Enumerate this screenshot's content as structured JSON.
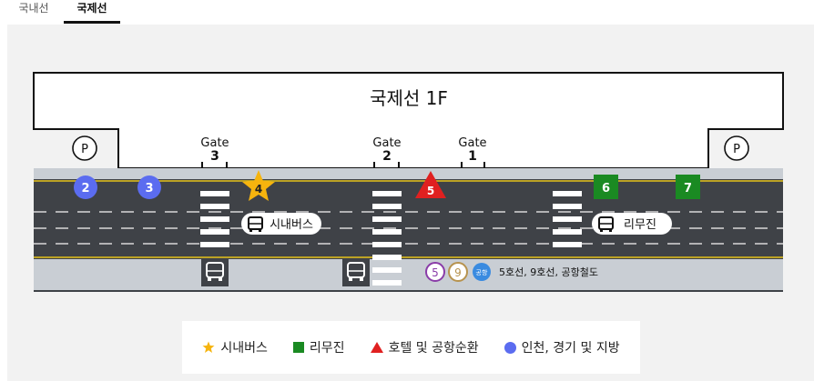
{
  "tabs": [
    {
      "label": "국내선",
      "active": false
    },
    {
      "label": "국제선",
      "active": true
    }
  ],
  "map": {
    "building_label": "국제선 1F",
    "parking_label": "P",
    "gates": [
      {
        "word": "Gate",
        "number": "3"
      },
      {
        "word": "Gate",
        "number": "2"
      },
      {
        "word": "Gate",
        "number": "1"
      }
    ],
    "stops": [
      {
        "number": "2",
        "kind": "circle",
        "color": "#5b6cf0"
      },
      {
        "number": "3",
        "kind": "circle",
        "color": "#5b6cf0"
      },
      {
        "number": "4",
        "kind": "star",
        "color": "#f6b40e"
      },
      {
        "number": "5",
        "kind": "triangle",
        "color": "#e02020"
      },
      {
        "number": "6",
        "kind": "square",
        "color": "#1a8a22"
      },
      {
        "number": "7",
        "kind": "square",
        "color": "#1a8a22"
      }
    ],
    "city_bus_label": "시내버스",
    "limousine_label": "리무진",
    "subway": {
      "line5": "5",
      "line9": "9",
      "airport_rail": "공항",
      "label": "5호선, 9호선, 공항철도"
    }
  },
  "legend": [
    {
      "label": "시내버스",
      "symbol": "star",
      "color": "#f6b40e"
    },
    {
      "label": "리무진",
      "symbol": "square",
      "color": "#1a8a22"
    },
    {
      "label": "호텔 및 공항순환",
      "symbol": "triangle",
      "color": "#e02020"
    },
    {
      "label": "인천, 경기 및 지방",
      "symbol": "circle",
      "color": "#5b6cf0"
    }
  ]
}
